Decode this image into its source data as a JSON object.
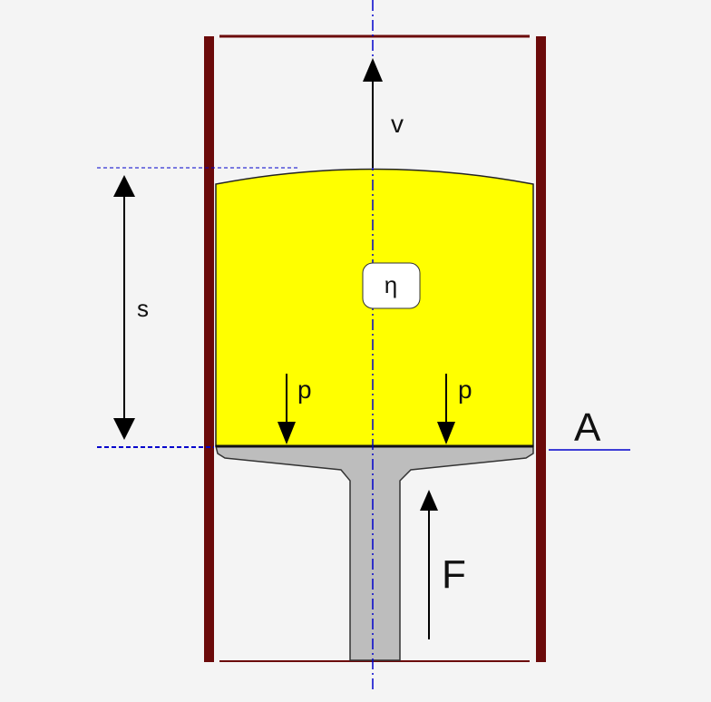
{
  "diagram": {
    "labels": {
      "velocity": "v",
      "viscosity": "η",
      "stroke": "s",
      "pressure_left": "p",
      "pressure_right": "p",
      "area": "A",
      "force": "F"
    },
    "colors": {
      "background": "#f4f4f4",
      "cylinder_wall": "#6b0a0a",
      "fluid": "#ffff00",
      "piston": "#bdbdbd",
      "axis": "#0000cc",
      "arrow": "#000000"
    }
  }
}
